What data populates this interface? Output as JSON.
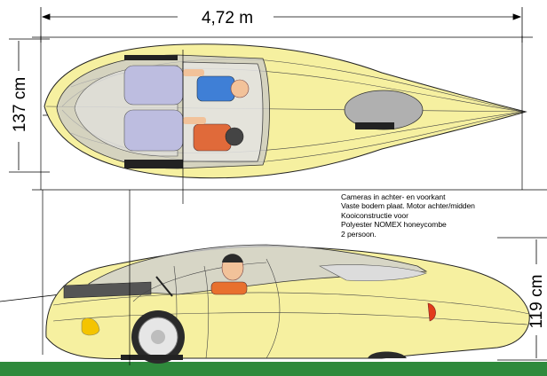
{
  "dimensions": {
    "length": "4,72 m",
    "width": "137 cm",
    "height": "119 cm"
  },
  "notes": [
    "Cameras in achter- en voorkant",
    "Vaste bodem plaat. Motor achter/midden",
    "Kooiconstructie voor",
    "Polyester NOMEX honeycombe",
    "2 persoon."
  ],
  "colors": {
    "body": "#f6f0a0",
    "ground": "#2f8a3c",
    "driver_top": "#3f7fd6",
    "passenger_top": "#e06a3a",
    "driver_side": "#e8702e",
    "rear_light": "#e23b1a",
    "front_light": "#f4c400"
  }
}
